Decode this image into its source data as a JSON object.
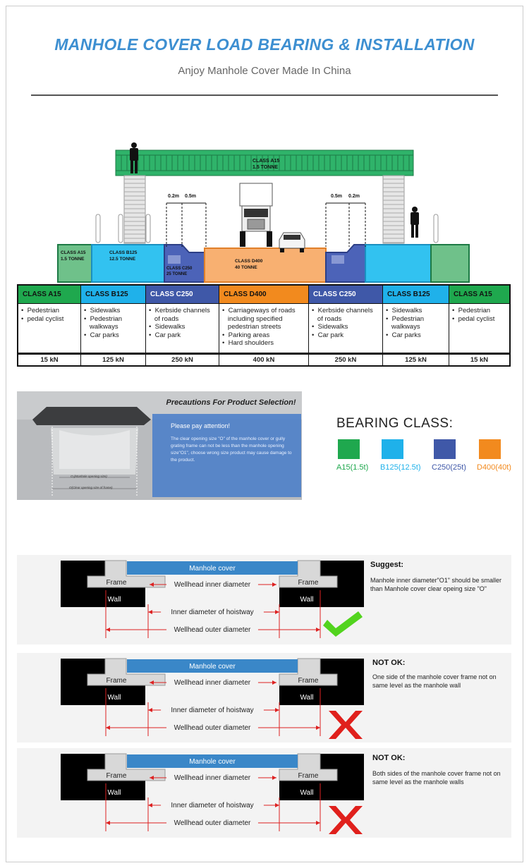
{
  "header": {
    "title": "MANHOLE COVER LOAD BEARING & INSTALLATION",
    "subtitle": "Anjoy Manhole Cover Made In China"
  },
  "diagram": {
    "bridge_label": "CLASS A15",
    "bridge_sub": "1.5 TONNE",
    "left_a15": "CLASS A15",
    "left_a15_sub": "1.5 TONNE",
    "b125": "CLASS B125",
    "b125_sub": "12.5 TONNE",
    "c250": "CLASS C250",
    "c250_sub": "25 TONNE",
    "d400": "CLASS D400",
    "d400_sub": "40 TONNE",
    "dim_left_a": "0.2m",
    "dim_left_b": "0.5m",
    "dim_right_a": "0.5m",
    "dim_right_b": "0.2m"
  },
  "class_table": {
    "columns": [
      {
        "label": "CLASS A15",
        "color": "#1fa84e",
        "items": [
          "•  Pedestrian",
          "•  pedal cyclist"
        ],
        "load": "15 kN"
      },
      {
        "label": "CLASS B125",
        "color": "#1fb1ea",
        "items": [
          "•  Sidewalks",
          "•  Pedestrian",
          "   walkways",
          "•  Car parks"
        ],
        "load": "125 kN"
      },
      {
        "label": "CLASS C250",
        "color": "#3f58a8",
        "items": [
          "•  Kerbside channels",
          "   of roads",
          "•  Sidewalks",
          "•  Car park"
        ],
        "load": "250 kN"
      },
      {
        "label": "CLASS D400",
        "color": "#f28a1e",
        "items": [
          "•  Carriageways of roads",
          "   including specified",
          "   pedestrian streets",
          "•  Parking areas",
          "•  Hard shoulders"
        ],
        "load": "400 kN"
      },
      {
        "label": "CLASS C250",
        "color": "#3f58a8",
        "items": [
          "•  Kerbside channels",
          "   of roads",
          "•  Sidewalks",
          "•  Car park"
        ],
        "load": "250 kN"
      },
      {
        "label": "CLASS B125",
        "color": "#1fb1ea",
        "items": [
          "•  Sidewalks",
          "•  Pedestrian",
          "   walkways",
          "•  Car parks"
        ],
        "load": "125 kN"
      },
      {
        "label": "CLASS A15",
        "color": "#1fa84e",
        "items": [
          "•  Pedestrian",
          "•  pedal cyclist"
        ],
        "load": "15 kN"
      }
    ]
  },
  "precautions": {
    "heading": "Precautions For Product Selection!",
    "attention": "Please pay attention!",
    "body": "The clear opening size \"O\" of the manhole cover or gully grating frame can not be less than the manhole opening size\"O1\", choose wrong size product may cause damage to the product.",
    "label_o1": "O₁(Manhole opening size)",
    "label_o": "O(Clear opening size of frame)"
  },
  "bearing_class": {
    "title": "BEARING CLASS:",
    "items": [
      {
        "label": "A15(1.5t)",
        "color": "#1fa84e"
      },
      {
        "label": "B125(12.5t)",
        "color": "#1fb1ea"
      },
      {
        "label": "C250(25t)",
        "color": "#3f58a8"
      },
      {
        "label": "D400(40t)",
        "color": "#f28a1e"
      }
    ]
  },
  "install": {
    "cover_label": "Manhole cover",
    "frame_label": "Frame",
    "wall_label": "Wall",
    "inner_label": "Wellhead inner diameter",
    "hoistway_label": "Inner diameter of hoistway",
    "outer_label": "Wellhead outer diameter",
    "panels": [
      {
        "heading": "Suggest:",
        "text": "Manhole inner diameter\"O1\" should be smaller than Manhole cover clear opeing size \"O\"",
        "verdict": "check"
      },
      {
        "heading": "NOT OK:",
        "text": "One side of the manhole cover frame not on same level as the manhole wall",
        "verdict": "cross"
      },
      {
        "heading": "NOT OK:",
        "text": "Both sides of the manhole cover frame not on same level as the manhole walls",
        "verdict": "cross"
      }
    ]
  }
}
